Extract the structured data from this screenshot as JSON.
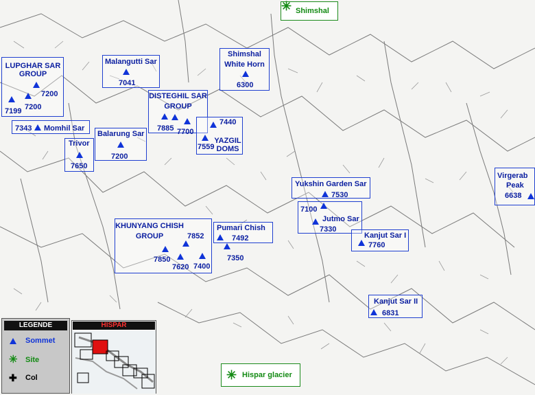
{
  "map": {
    "legend": {
      "title": "LEGENDE",
      "items": [
        {
          "label": "Sommet",
          "icon": "triangle-icon",
          "color": "#1034d8"
        },
        {
          "label": "Site",
          "icon": "asterisk-icon",
          "color": "#138a13"
        },
        {
          "label": "Col",
          "icon": "cross-icon",
          "color": "#000000"
        }
      ]
    },
    "inset": {
      "title": "HISPAR",
      "highlight_color": "#e01010"
    },
    "sites": {
      "shimshal": "Shimshal",
      "hispar_glacier": "Hispar glacier"
    },
    "groups": {
      "lupghar": {
        "name_line1": "LUPGHAR SAR",
        "name_line2": "GROUP",
        "alt1": "7200",
        "alt2": "7199",
        "alt3": "7200"
      },
      "momhil": {
        "alt": "7343",
        "name": "Momhil Sar"
      },
      "malangutti": {
        "name": "Malangutti Sar",
        "alt": "7041"
      },
      "shimshal_white_horn": {
        "name_line1": "Shimshal",
        "name_line2": "White Horn",
        "alt": "6300"
      },
      "disteghil": {
        "name_line1": "DISTEGHIL SAR",
        "name_line2": "GROUP",
        "alt1": "7885",
        "alt2": "7700"
      },
      "yazgil": {
        "alt1": "7440",
        "alt2": "7559",
        "name_line1": "YAZGIL",
        "name_line2": "DOMS"
      },
      "balarung": {
        "name": "Balarung Sar",
        "alt": "7200"
      },
      "trivor": {
        "name": "Trivor",
        "alt": "7650"
      },
      "khunyang": {
        "name_line1": "KHUNYANG CHISH",
        "name_line2": "GROUP",
        "alt1": "7852",
        "alt2": "7850",
        "alt3": "7620",
        "alt4": "7400"
      },
      "pumari": {
        "name": "Pumari Chish",
        "alt1": "7492",
        "alt2": "7350"
      },
      "yukshin": {
        "name": "Yukshin Garden Sar",
        "alt": "7530"
      },
      "jutmo": {
        "alt1": "7100",
        "name": "Jutmo Sar",
        "alt2": "7330"
      },
      "kanjut1": {
        "name": "Kanjut Sar I",
        "alt": "7760"
      },
      "kanjut2": {
        "name": "Kanjut Sar II",
        "alt": "6831"
      },
      "virgerab": {
        "name_line1": "Virgerab",
        "name_line2": "Peak",
        "alt": "6638"
      }
    }
  }
}
